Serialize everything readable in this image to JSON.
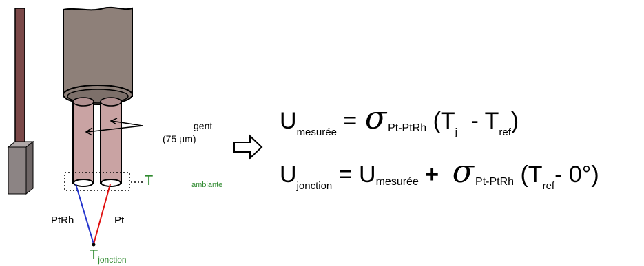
{
  "labels": {
    "gent": "gent",
    "width": "(75 µm)",
    "t_letter": "T",
    "ambiante": "ambiante",
    "ptrh": "PtRh",
    "pt": "Pt",
    "t_junction_main": "T",
    "t_junction_sub": "jonction"
  },
  "equation1": {
    "u": "U",
    "u_sub": "mesurée",
    "equals": "=",
    "sigma": "σ",
    "sigma_sub": "Pt-PtRh",
    "open": "(T",
    "tj_sub": "j",
    "minus": "- T",
    "tref_sub": "ref",
    "close": ")"
  },
  "equation2": {
    "u": "U",
    "u_sub": "jonction",
    "equals": "=",
    "u2": "U",
    "u2_sub": "mesurée",
    "plus": "+",
    "sigma": "σ",
    "sigma_sub": "Pt-PtRh",
    "open": "(T",
    "tref_sub": "ref",
    "tail": "- 0°)"
  },
  "colors": {
    "probe_rod": "#7a4848",
    "probe_body": "#8c8484",
    "sheath": "#8e8079",
    "wires": "#c9a3a3",
    "ptrh_wire": "#2233cc",
    "pt_wire": "#e01010",
    "green_text": "#2f8a2f"
  }
}
